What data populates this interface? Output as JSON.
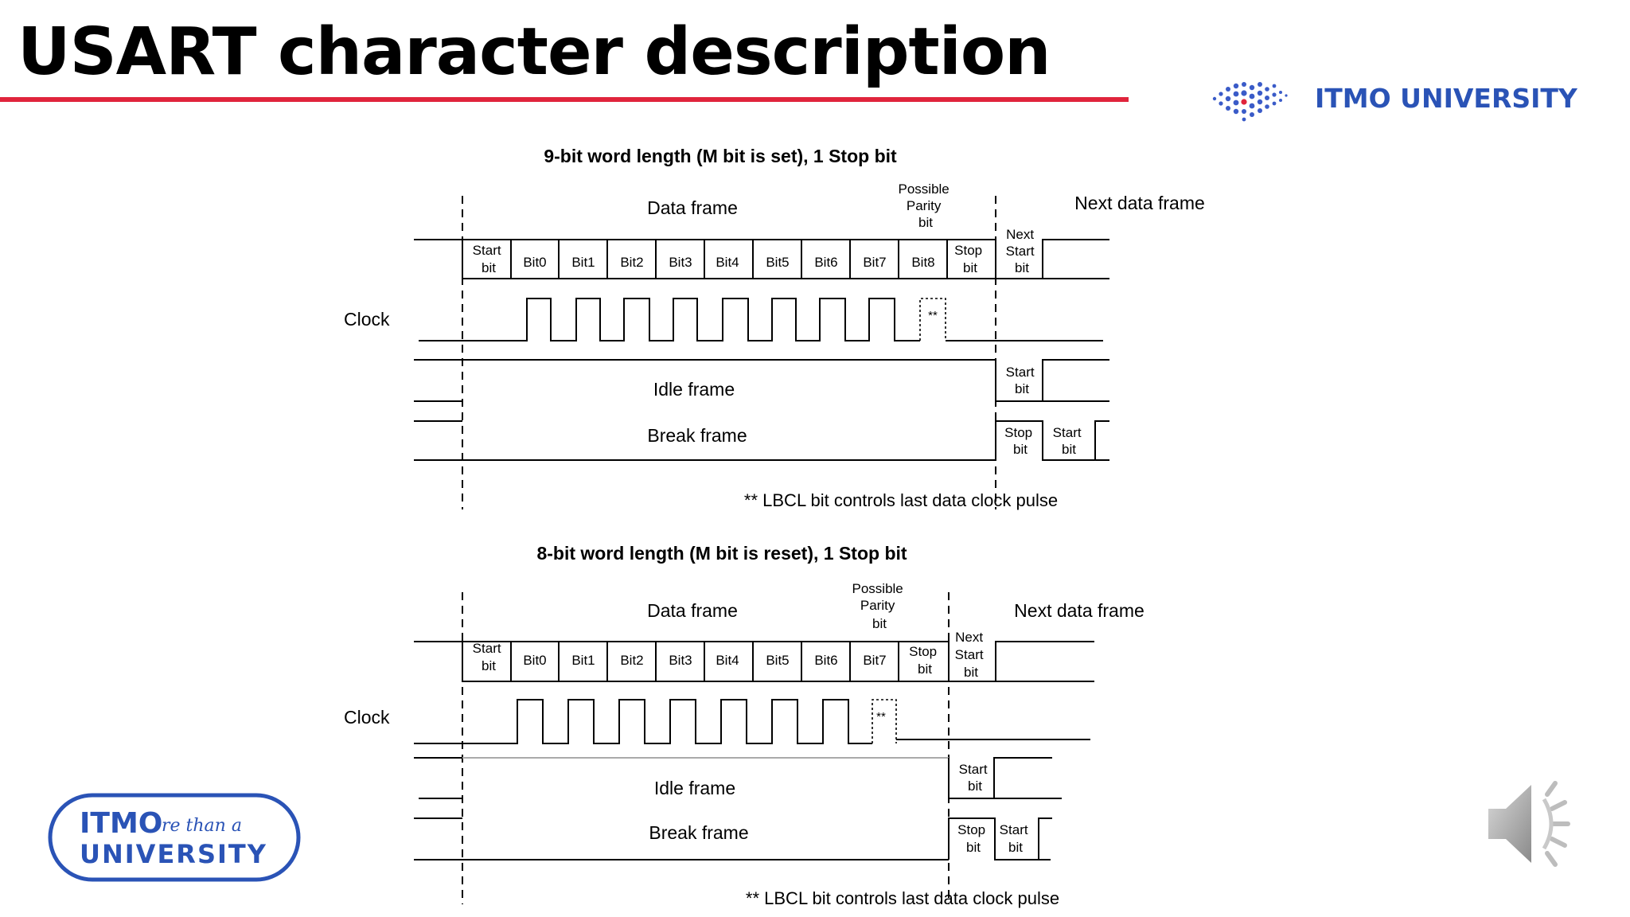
{
  "slide": {
    "title": "USART character description",
    "brand": "ITMO UNIVERSITY",
    "badge": {
      "line1": "ITMO",
      "line1_small": "re than a",
      "line2": "UNIVERSITY"
    },
    "accent_color": "#e0243c",
    "brand_color": "#2a53b6"
  },
  "diagram_top": {
    "heading": "9-bit word length (M bit is set), 1 Stop bit",
    "data_frame": "Data frame",
    "next_data_frame": "Next data frame",
    "parity": [
      "Possible",
      "Parity",
      "bit"
    ],
    "start": [
      "Start",
      "bit"
    ],
    "bits": [
      "Bit0",
      "Bit1",
      "Bit2",
      "Bit3",
      "Bit4",
      "Bit5",
      "Bit6",
      "Bit7",
      "Bit8"
    ],
    "stop": [
      "Stop",
      "bit"
    ],
    "next_start": [
      "Next",
      "Start",
      "bit"
    ],
    "clock": "Clock",
    "pulse_mark": "**",
    "idle_frame": "Idle frame",
    "idle_start": [
      "Start",
      "bit"
    ],
    "break_frame": "Break frame",
    "break_stop": [
      "Stop",
      "bit"
    ],
    "break_start": [
      "Start",
      "bit"
    ],
    "footnote": "** LBCL bit controls last data clock pulse"
  },
  "diagram_bottom": {
    "heading": "8-bit word length (M  bit is reset), 1 Stop bit",
    "data_frame": "Data frame",
    "next_data_frame": "Next data frame",
    "parity": [
      "Possible",
      "Parity",
      "bit"
    ],
    "start": [
      "Start",
      "bit"
    ],
    "bits": [
      "Bit0",
      "Bit1",
      "Bit2",
      "Bit3",
      "Bit4",
      "Bit5",
      "Bit6",
      "Bit7"
    ],
    "stop": [
      "Stop",
      "bit"
    ],
    "next_start": [
      "Next",
      "Start",
      "bit"
    ],
    "clock": "Clock",
    "pulse_mark": "**",
    "idle_frame": "Idle frame",
    "idle_start": [
      "Start",
      "bit"
    ],
    "break_frame": "Break frame",
    "break_stop": [
      "Stop",
      "bit"
    ],
    "break_start": [
      "Start",
      "bit"
    ],
    "footnote": "** LBCL bit controls last data clock pulse"
  },
  "icons": {
    "brand": "itmo-dots-logo-icon",
    "speaker": "speaker-icon",
    "badge": "itmo-more-than-a-university-logo"
  }
}
